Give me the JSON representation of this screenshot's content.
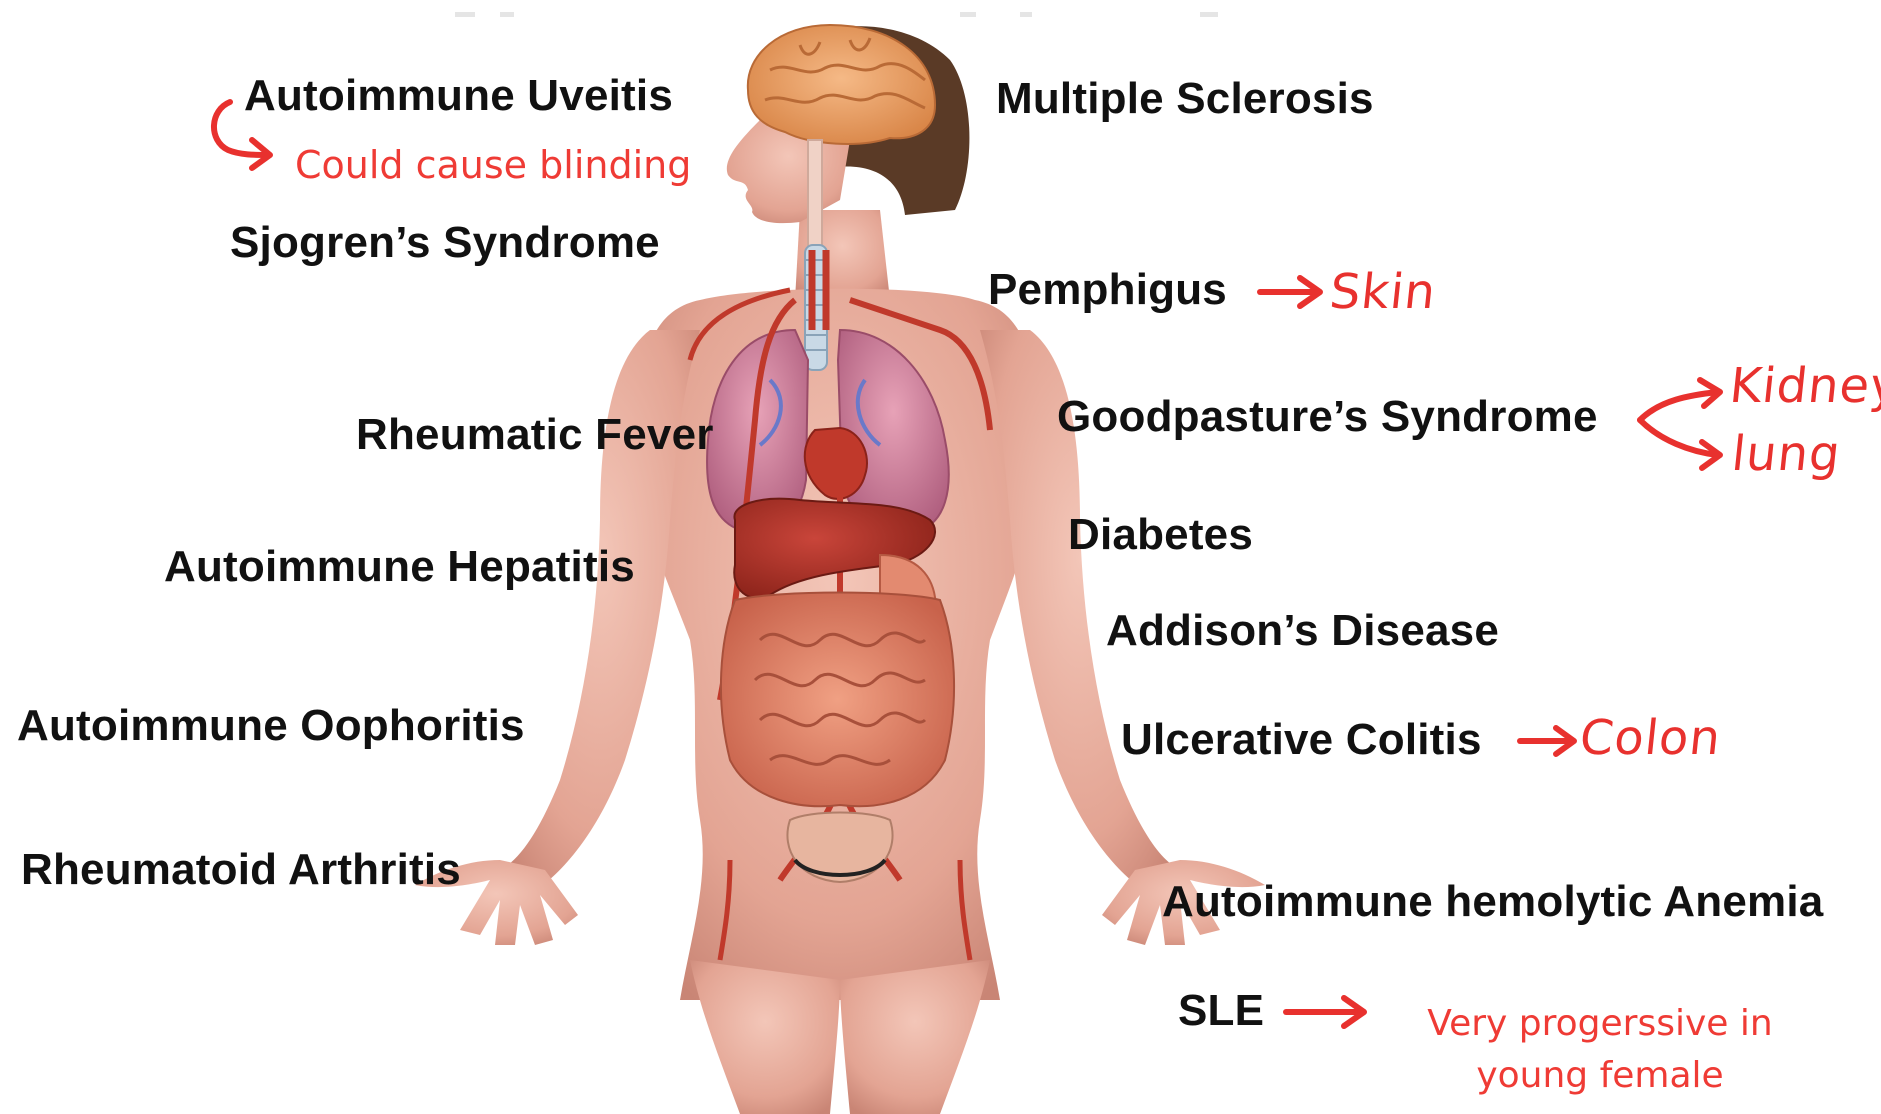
{
  "labels": {
    "autoimmune_uveitis": "Autoimmune Uveitis",
    "sjogrens_syndrome": "Sjogren’s Syndrome",
    "rheumatic_fever": "Rheumatic Fever",
    "autoimmune_hepatitis": "Autoimmune Hepatitis",
    "autoimmune_oophoritis": "Autoimmune Oophoritis",
    "rheumatoid_arthritis": "Rheumatoid Arthritis",
    "multiple_sclerosis": "Multiple Sclerosis",
    "pemphigus": "Pemphigus",
    "goodpastures_syndrome": "Goodpasture’s Syndrome",
    "diabetes": "Diabetes",
    "addisons_disease": "Addison’s Disease",
    "ulcerative_colitis": "Ulcerative Colitis",
    "autoimmune_hemolytic_anemia": "Autoimmune hemolytic Anemia",
    "sle": "SLE"
  },
  "annotations": {
    "uveitis_note": "Could cause blinding",
    "pemphigus_note": "Skin",
    "goodpasture_note_1": "Kidney",
    "goodpasture_note_2": "lung",
    "colitis_note": "Colon",
    "sle_note_line1": "Very progerssive in",
    "sle_note_line2": "young female"
  },
  "colors": {
    "label_text": "#111111",
    "annotation_red": "#ef3b35",
    "skin": "#e7a99a",
    "organ_red": "#c0392b",
    "lung_pink": "#c97a95",
    "brain": "#e9a06a",
    "hair": "#5a3a26"
  }
}
